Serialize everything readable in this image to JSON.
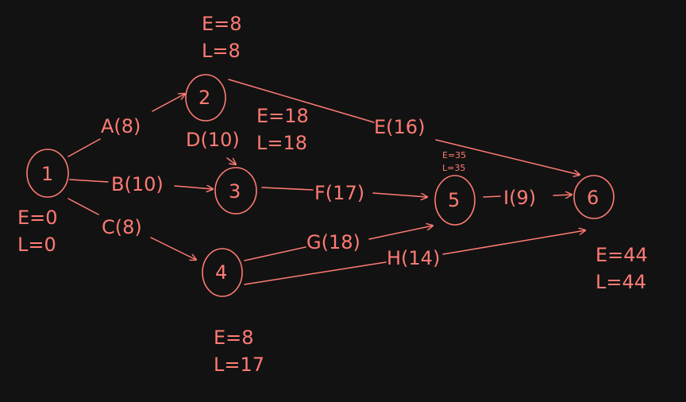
{
  "diagram": {
    "colors": {
      "background": "#121212",
      "ink": "#ff7b74"
    },
    "nodes": [
      {
        "id": "1",
        "label": "1",
        "E": "E=0",
        "L": "L=0"
      },
      {
        "id": "2",
        "label": "2",
        "E": "E=8",
        "L": "L=8"
      },
      {
        "id": "3",
        "label": "3",
        "E": "E=18",
        "L": "L=18"
      },
      {
        "id": "4",
        "label": "4",
        "E": "E=8",
        "L": "L=17"
      },
      {
        "id": "5",
        "label": "5",
        "E": "E=35",
        "L": "L=35"
      },
      {
        "id": "6",
        "label": "6",
        "E": "E=44",
        "L": "L=44"
      }
    ],
    "edges": [
      {
        "id": "A",
        "from": "1",
        "to": "2",
        "label": "A(8)"
      },
      {
        "id": "B",
        "from": "1",
        "to": "3",
        "label": "B(10)"
      },
      {
        "id": "C",
        "from": "1",
        "to": "4",
        "label": "C(8)"
      },
      {
        "id": "D",
        "from": "2",
        "to": "3",
        "label": "D(10)"
      },
      {
        "id": "E",
        "from": "2",
        "to": "6",
        "label": "E(16)"
      },
      {
        "id": "F",
        "from": "3",
        "to": "5",
        "label": "F(17)"
      },
      {
        "id": "G",
        "from": "4",
        "to": "5",
        "label": "G(18)"
      },
      {
        "id": "H",
        "from": "4",
        "to": "6",
        "label": "H(14)"
      },
      {
        "id": "I",
        "from": "5",
        "to": "6",
        "label": "I(9)"
      }
    ]
  }
}
